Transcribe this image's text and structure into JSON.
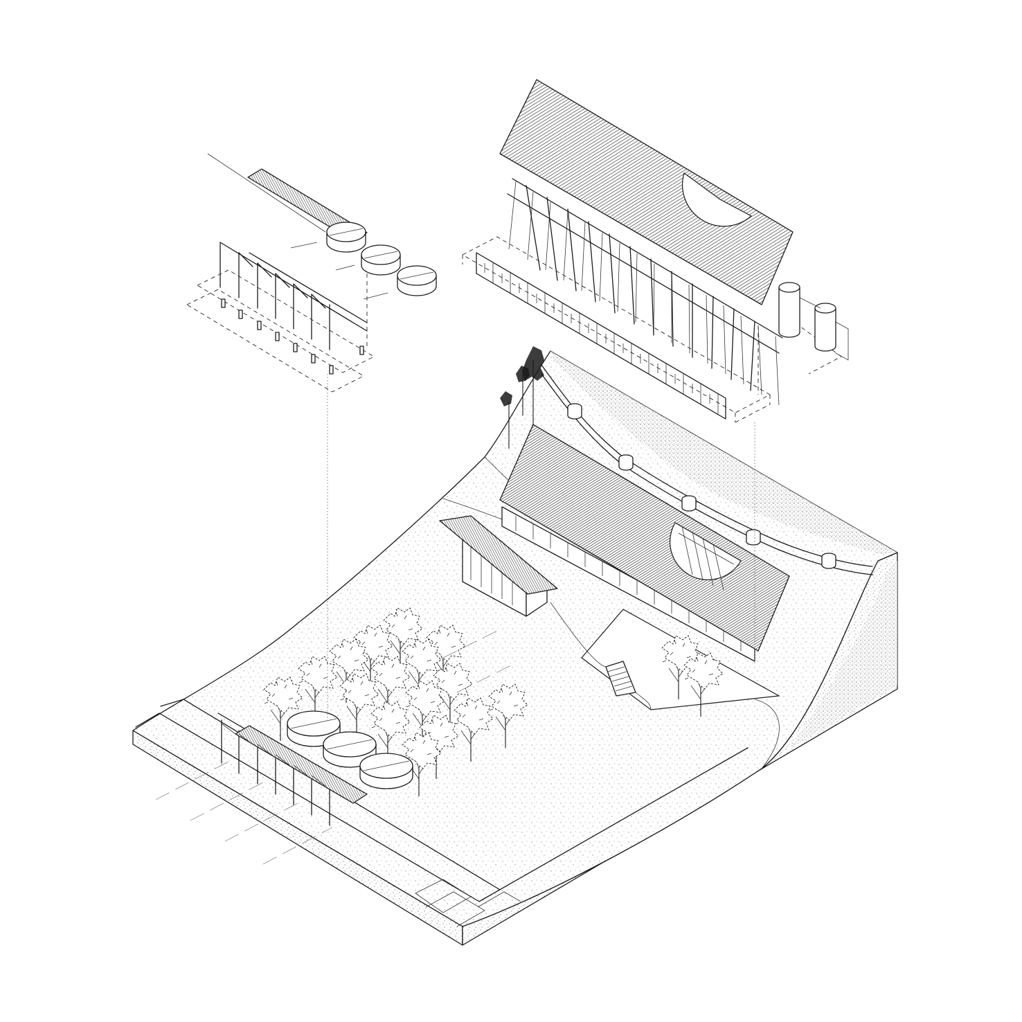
{
  "diagram": {
    "kind": "exploded axonometric site drawing",
    "text_labels": [],
    "components": {
      "upper_left": [
        "canopy-roof-panel",
        "canopy-timber-frame",
        "circular-planters-exploded",
        "footings"
      ],
      "upper_right": [
        "main-roof-with-circular-opening",
        "roof-truss-frame",
        "wall-panel-modules",
        "water-tanks"
      ],
      "site": [
        "sloped-terrain-block",
        "main-building",
        "small-pavilion",
        "retaining-wall-with-tanks",
        "stair",
        "orchard-trees",
        "front-canopy",
        "circular-planters",
        "road-edge"
      ]
    },
    "colors": {
      "line": "#1a1a1a",
      "background": "#ffffff",
      "hatch": "#555555"
    }
  }
}
